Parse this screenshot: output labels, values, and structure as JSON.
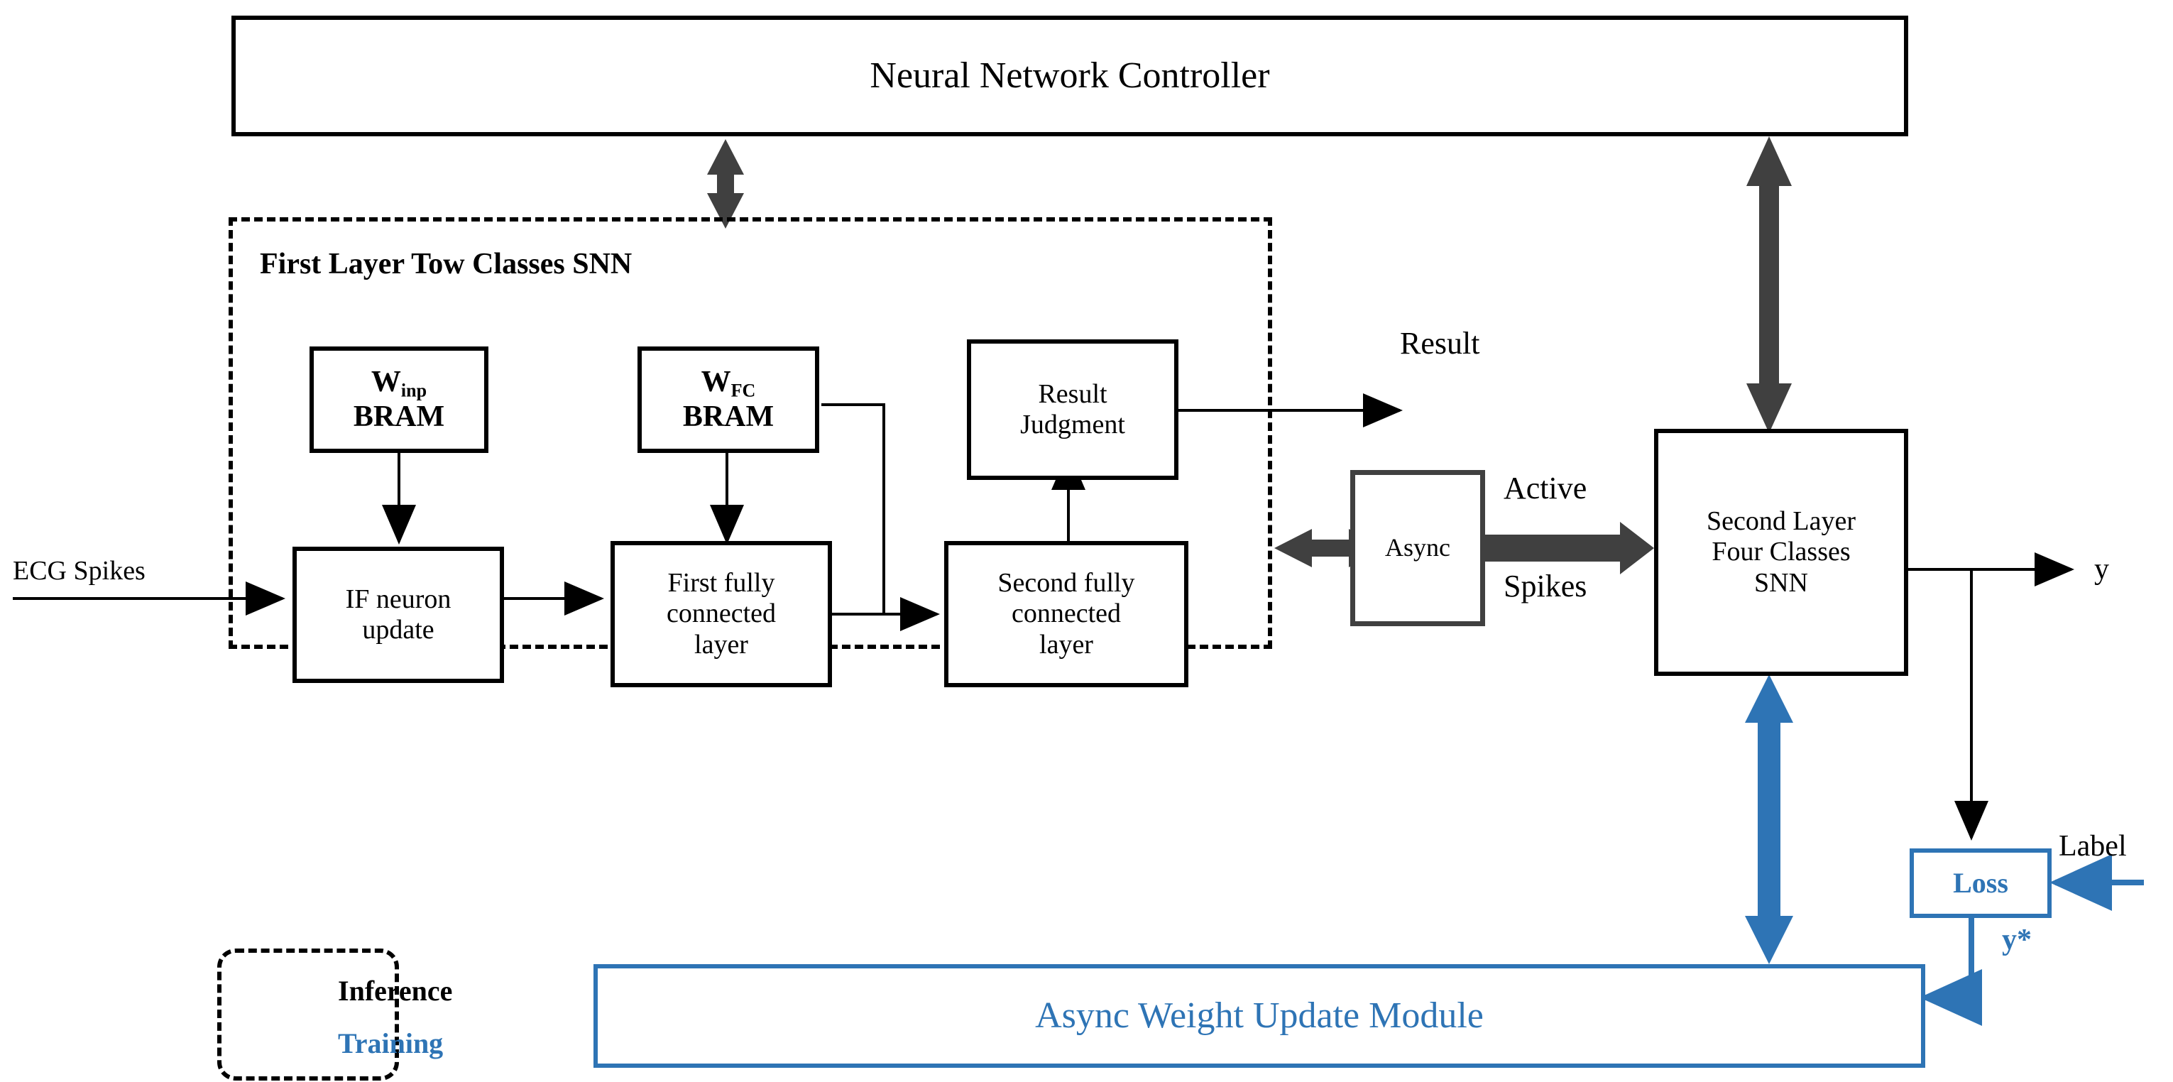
{
  "figure": {
    "title_block": "Neural Network Controller",
    "region_label": "First Layer Tow Classes SNN"
  },
  "blocks": {
    "controller": "Neural Network Controller",
    "w_inp_bram": {
      "symbol": "W",
      "subscript": "inp",
      "line2": "BRAM"
    },
    "w_fc_bram": {
      "symbol": "W",
      "subscript": "FC",
      "line2": "BRAM"
    },
    "if_neuron": "IF neuron\nupdate",
    "if_neuron_l1": "IF neuron",
    "if_neuron_l2": "update",
    "first_fc_l1": "First fully",
    "first_fc_l2": "connected",
    "first_fc_l3": "layer",
    "second_fc_l1": "Second fully",
    "second_fc_l2": "connected",
    "second_fc_l3": "layer",
    "result_judgment_l1": "Result",
    "result_judgment_l2": "Judgment",
    "async": "Async",
    "second_layer_l1": "Second Layer",
    "second_layer_l2": "Four Classes",
    "second_layer_l3": "SNN",
    "loss": "Loss",
    "weight_update_module": "Async Weight Update Module"
  },
  "signals": {
    "ecg_spikes": "ECG Spikes",
    "result": "Result",
    "active": "Active",
    "spikes": "Spikes",
    "y_out": "y",
    "label_in": "Label",
    "y_star": "y*"
  },
  "legend": {
    "inference": "Inference",
    "training": "Training"
  },
  "colors": {
    "inference_arrow": "#404040",
    "training_arrow": "#2E74B5",
    "box_border": "#000000",
    "blue_accent": "#2E74B5"
  }
}
